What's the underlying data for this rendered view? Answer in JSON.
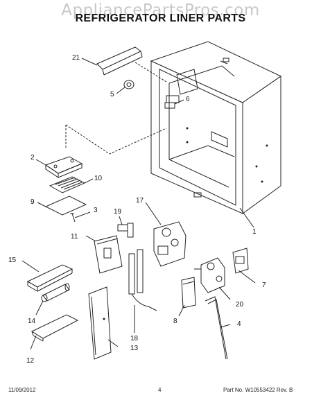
{
  "watermark": "AppliancePartsPros.com",
  "title": "REFRIGERATOR LINER PARTS",
  "callouts": [
    "21",
    "5",
    "6",
    "2",
    "10",
    "9",
    "3",
    "19",
    "17",
    "11",
    "15",
    "1",
    "7",
    "14",
    "20",
    "8",
    "4",
    "18",
    "13",
    "12"
  ],
  "footer": {
    "date": "11/09/2012",
    "page": "4",
    "part_no": "Part No. W10553422  Rev. B"
  }
}
